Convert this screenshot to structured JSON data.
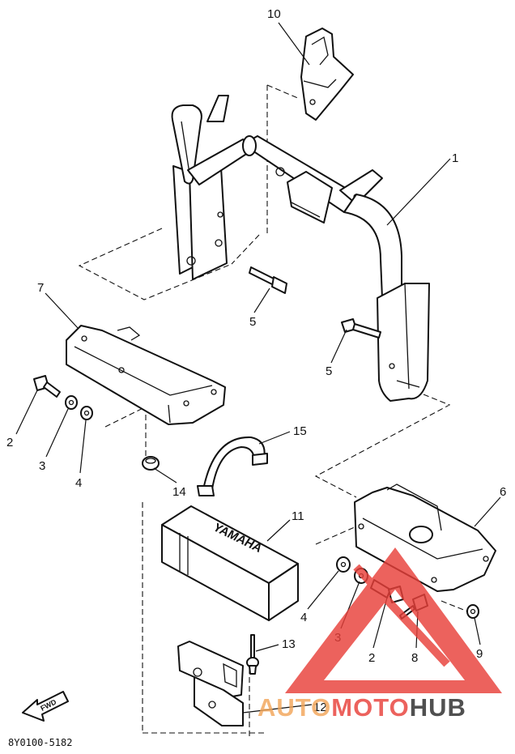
{
  "callouts": {
    "c1": "1",
    "c2a": "2",
    "c2b": "2",
    "c3a": "3",
    "c3b": "3",
    "c4a": "4",
    "c4b": "4",
    "c5a": "5",
    "c5b": "5",
    "c6": "6",
    "c7": "7",
    "c8": "8",
    "c9": "9",
    "c10": "10",
    "c11": "11",
    "c12": "12",
    "c13": "13",
    "c14": "14",
    "c15": "15"
  },
  "fwd_label": "FWD",
  "diagram_code": "8Y0100-5182",
  "battery_lettering": "YAMAHA",
  "watermark": {
    "text_a": "AUTO",
    "text_b": "MOTO",
    "text_c": "HUB",
    "color_red": "#e8403a",
    "color_orange": "#f2a65a"
  }
}
